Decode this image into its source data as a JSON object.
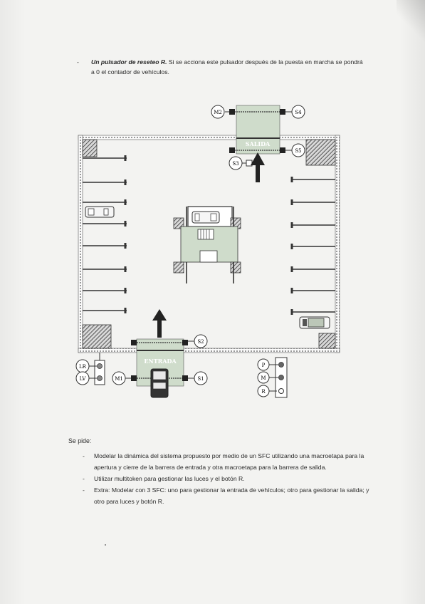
{
  "intro_bullet": {
    "dash": "-",
    "title": "Un pulsador de reseteo R.",
    "text": " Si se acciona este pulsador después de la puesta en marcha se pondrá a 0 el contador de vehículos."
  },
  "diagram": {
    "exit_label": "SALIDA",
    "entry_label": "ENTRADA",
    "motor_exit": "M2",
    "motor_entry": "M1",
    "sensor_s4": "S4",
    "sensor_s5": "S5",
    "sensor_s3": "S3",
    "sensor_s2": "S2",
    "sensor_s1": "S1",
    "light_lr": "LR",
    "light_lv": "LV",
    "panel_p": "P",
    "panel_m": "M",
    "panel_r": "R"
  },
  "requirements": {
    "heading": "Se pide:",
    "items": [
      "Modelar la dinámica del sistema propuesto por medio de un SFC utilizando una macroetapa para la apertura y cierre de la barrera de entrada y otra macroetapa para la barrera de salida.",
      "Utilizar multitoken para gestionar las luces y el botón R.",
      "Extra: Modelar con 3 SFC: uno para gestionar la entrada de vehículos; otro para gestionar la salida; y otro para luces y botón R."
    ],
    "dash": "-"
  }
}
